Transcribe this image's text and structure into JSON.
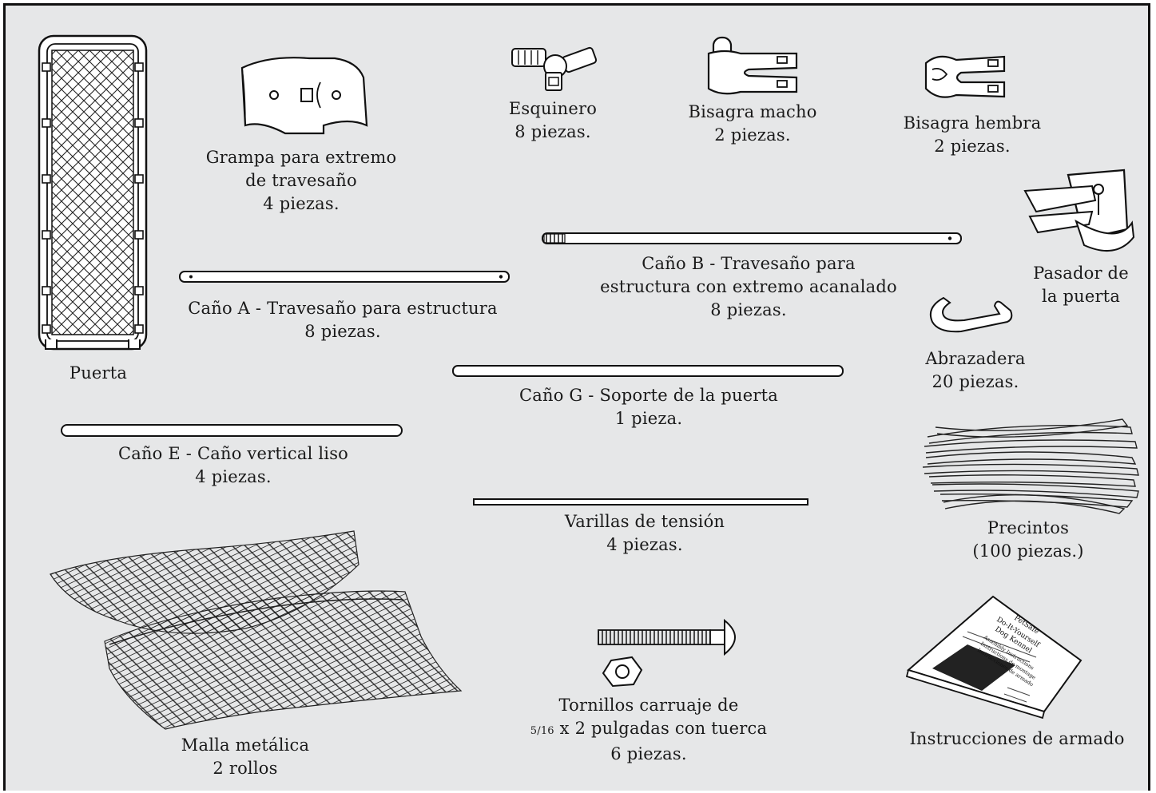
{
  "colors": {
    "background": "#e6e7e8",
    "border": "#111111",
    "ink": "#1a1a1a",
    "fill": "#ffffff"
  },
  "parts": {
    "puerta": {
      "name": "Puerta",
      "icon": "gate-icon"
    },
    "grampa": {
      "name": "Grampa para extremo",
      "name2": "de travesaño",
      "qty": "4 piezas.",
      "icon": "rail-end-clamp-icon"
    },
    "esquinero": {
      "name": "Esquinero",
      "qty": "8 piezas.",
      "icon": "corner-fitting-icon"
    },
    "bisagra_macho": {
      "name": "Bisagra macho",
      "qty": "2 piezas.",
      "icon": "male-hinge-icon"
    },
    "bisagra_hembra": {
      "name": "Bisagra hembra",
      "qty": "2 piezas.",
      "icon": "female-hinge-icon"
    },
    "pasador": {
      "name": "Pasador de",
      "name2": "la puerta",
      "icon": "gate-latch-icon"
    },
    "cano_a": {
      "name": "Caño A - Travesaño para estructura",
      "qty": "8 piezas.",
      "icon": "pipe-a-icon"
    },
    "cano_b": {
      "name": "Caño B - Travesaño para",
      "name2": "estructura con extremo acanalado",
      "qty": "8 piezas.",
      "icon": "pipe-b-icon"
    },
    "abrazadera": {
      "name": "Abrazadera",
      "qty": "20 piezas.",
      "icon": "clamp-icon"
    },
    "cano_g": {
      "name": "Caño G - Soporte de la puerta",
      "qty": "1 pieza.",
      "icon": "pipe-g-icon"
    },
    "cano_e": {
      "name": "Caño E - Caño vertical liso",
      "qty": "4 piezas.",
      "icon": "pipe-e-icon"
    },
    "precintos": {
      "name": "Precintos",
      "qty": "(100 piezas.)",
      "icon": "wire-ties-icon"
    },
    "varillas": {
      "name": "Varillas de tensión",
      "qty": "4 piezas.",
      "icon": "tension-rod-icon"
    },
    "malla": {
      "name": "Malla metálica",
      "qty": "2 rollos",
      "icon": "chain-link-mesh-icon"
    },
    "tornillos": {
      "name": "Tornillos carruaje de",
      "frac": "5/16",
      "name2": " x 2 pulgadas con tuerca",
      "qty": "6 piezas.",
      "icon": "carriage-bolt-icon"
    },
    "instrucciones": {
      "name": "Instrucciones de armado",
      "icon": "manual-icon"
    }
  },
  "manual_cover": {
    "brand": "PetSafe",
    "title": "Do-It-Yourself",
    "title2": "Dog Kennel",
    "sub1": "Assembly Instructions",
    "sub2": "Instructions de montage",
    "sub3": "Instrucciones de armado"
  }
}
